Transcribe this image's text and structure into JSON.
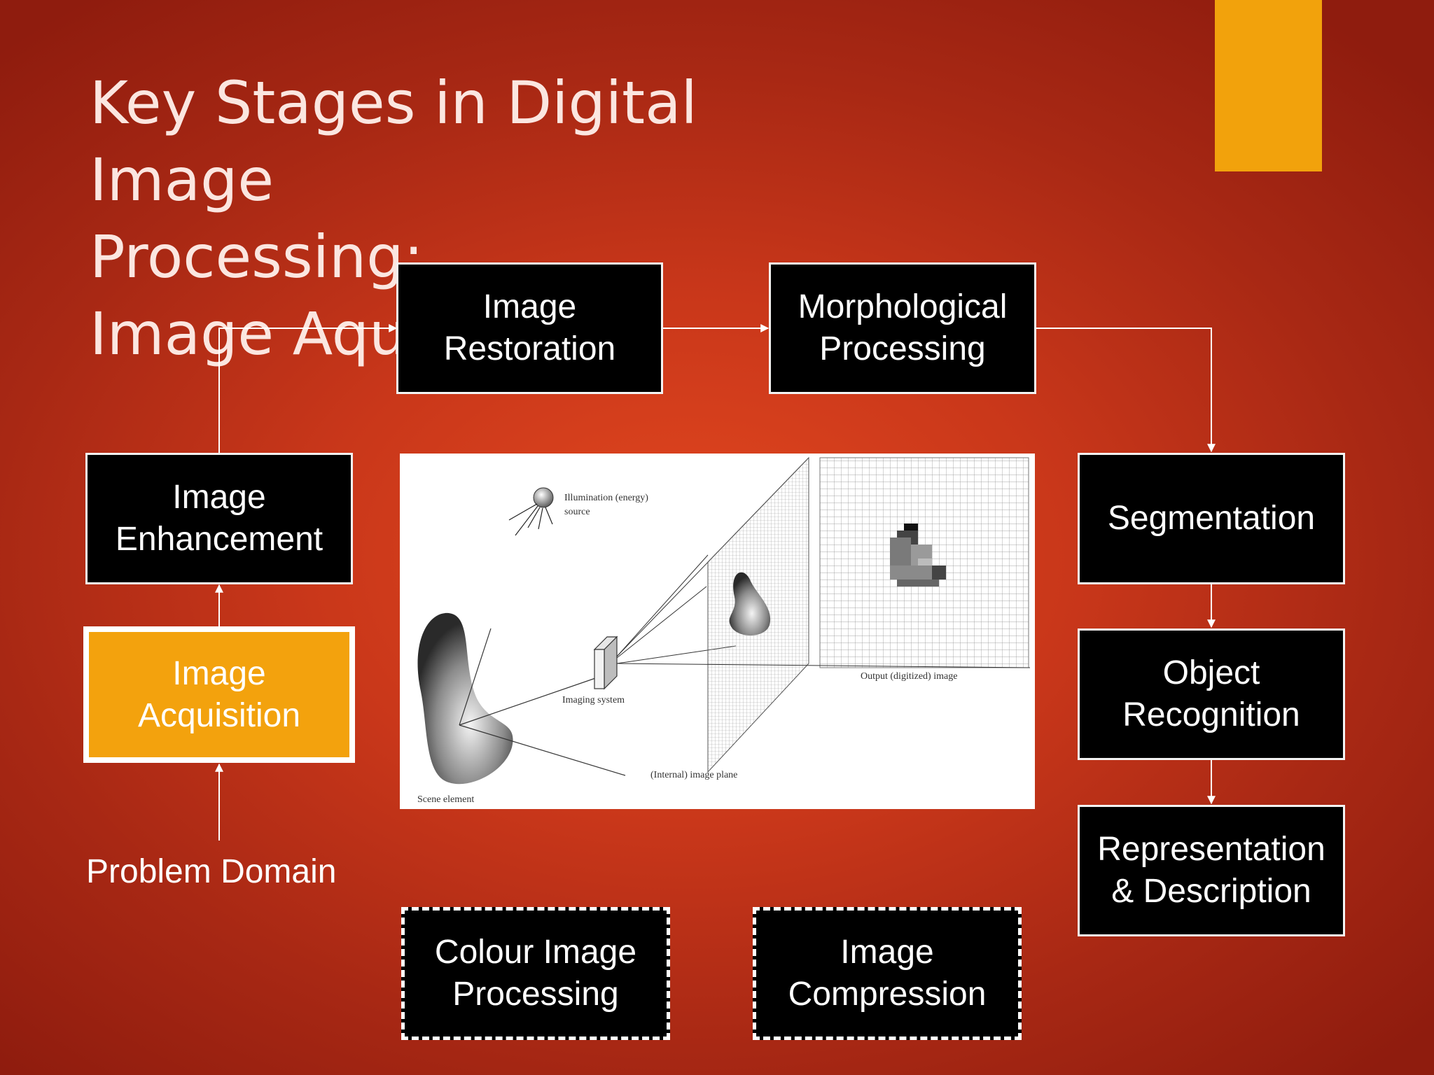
{
  "slide": {
    "title": "Key Stages in Digital Image\nProcessing:\nImage Aquisition",
    "accent_color": "#f2a20c",
    "active_color": "#f3a20d"
  },
  "stages": {
    "image_restoration": "Image\nRestoration",
    "morphological_processing": "Morphological\nProcessing",
    "image_enhancement": "Image\nEnhancement",
    "image_acquisition": "Image\nAcquisition",
    "segmentation": "Segmentation",
    "object_recognition": "Object\nRecognition",
    "representation_description": "Representation\n& Description",
    "colour_image_processing": "Colour Image\nProcessing",
    "image_compression": "Image\nCompression"
  },
  "problem_domain": "Problem Domain",
  "figure_labels": {
    "illumination": "Illumination (energy)",
    "illumination_2": "source",
    "imaging_system": "Imaging system",
    "output_image": "Output (digitized) image",
    "internal_plane": "(Internal) image plane",
    "scene_element": "Scene element"
  }
}
